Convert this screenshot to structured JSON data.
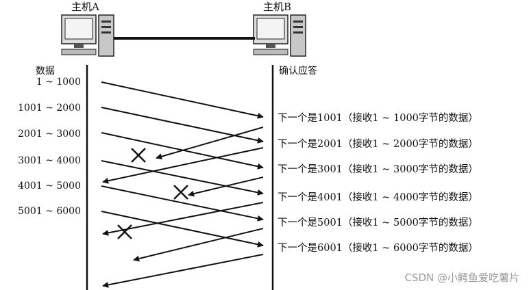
{
  "hosts": {
    "a_label": "主机A",
    "b_label": "主机B"
  },
  "left_heading": "数据",
  "right_heading": "确认应答",
  "segments": [
    "1 ~ 1000",
    "1001 ~ 2000",
    "2001 ~ 3000",
    "3001 ~ 4000",
    "4001 ~ 5000",
    "5001 ~ 6000"
  ],
  "acks": [
    "下一个是1001（接收1 ~ 1000字节的数据）",
    "下一个是2001（接收1 ~ 2000字节的数据）",
    "下一个是3001（接收1 ~ 3000字节的数据）",
    "下一个是4001（接收1 ~ 4000字节的数据）",
    "下一个是5001（接收1 ~ 5000字节的数据）",
    "下一个是6001（接收1 ~ 6000字节的数据）"
  ],
  "lost_ack_indices": [
    0,
    2,
    4
  ],
  "icons": [
    "computer-icon",
    "lost-mark-icon"
  ],
  "watermark": "CSDN @小鳄鱼爱吃薯片"
}
